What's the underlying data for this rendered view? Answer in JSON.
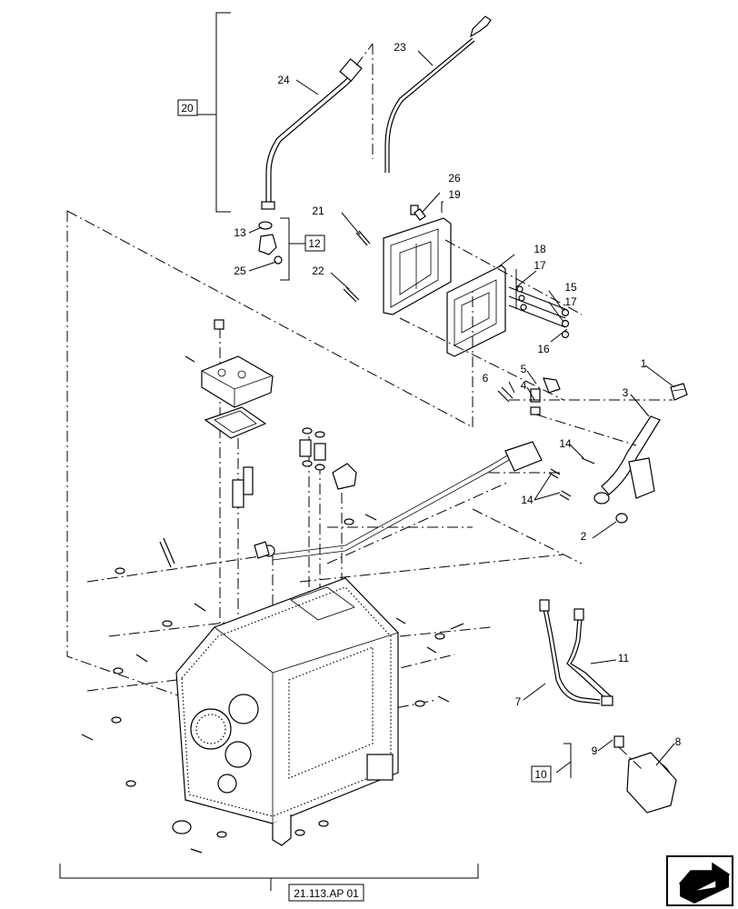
{
  "callouts": {
    "c1": "1",
    "c2": "2",
    "c3": "3",
    "c4": "4",
    "c5": "5",
    "c6": "6",
    "c7": "7",
    "c8": "8",
    "c9": "9",
    "c10": "10",
    "c11": "11",
    "c12": "12",
    "c13": "13",
    "c14a": "14",
    "c14b": "14",
    "c15": "15",
    "c16": "16",
    "c17a": "17",
    "c17b": "17",
    "c18": "18",
    "c19": "19",
    "c20": "20",
    "c21": "21",
    "c22": "22",
    "c23": "23",
    "c24": "24",
    "c25": "25",
    "c26": "26"
  },
  "reference": "21.113.AP 01",
  "nav_icon": "next-arrow-icon"
}
